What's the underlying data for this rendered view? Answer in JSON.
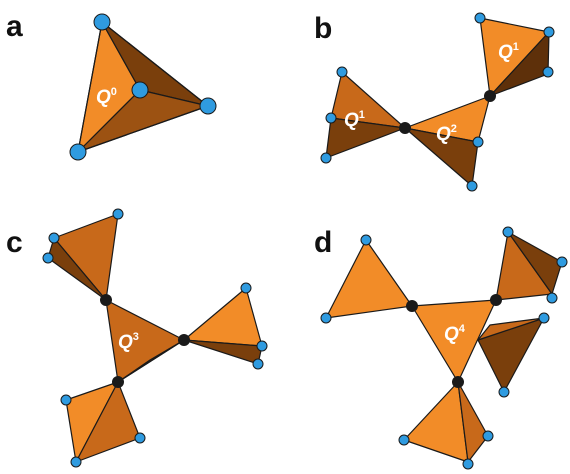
{
  "panels": {
    "a": {
      "label": "a",
      "q_letter": "Q",
      "q_sup": "0"
    },
    "b": {
      "label": "b",
      "q1_letter": "Q",
      "q1_sup": "1",
      "q2_letter": "Q",
      "q2_sup": "2",
      "q3_letter": "Q",
      "q3_sup": "1"
    },
    "c": {
      "label": "c",
      "q_letter": "Q",
      "q_sup": "3"
    },
    "d": {
      "label": "d",
      "q_letter": "Q",
      "q_sup": "4"
    }
  },
  "colors": {
    "face_light": "#f28c28",
    "face_mid": "#c8691a",
    "face_dark": "#7a3f0c",
    "face_darker": "#5e300a",
    "vertex_blue": "#2f9be0",
    "bridge_black": "#1a1a1a"
  }
}
